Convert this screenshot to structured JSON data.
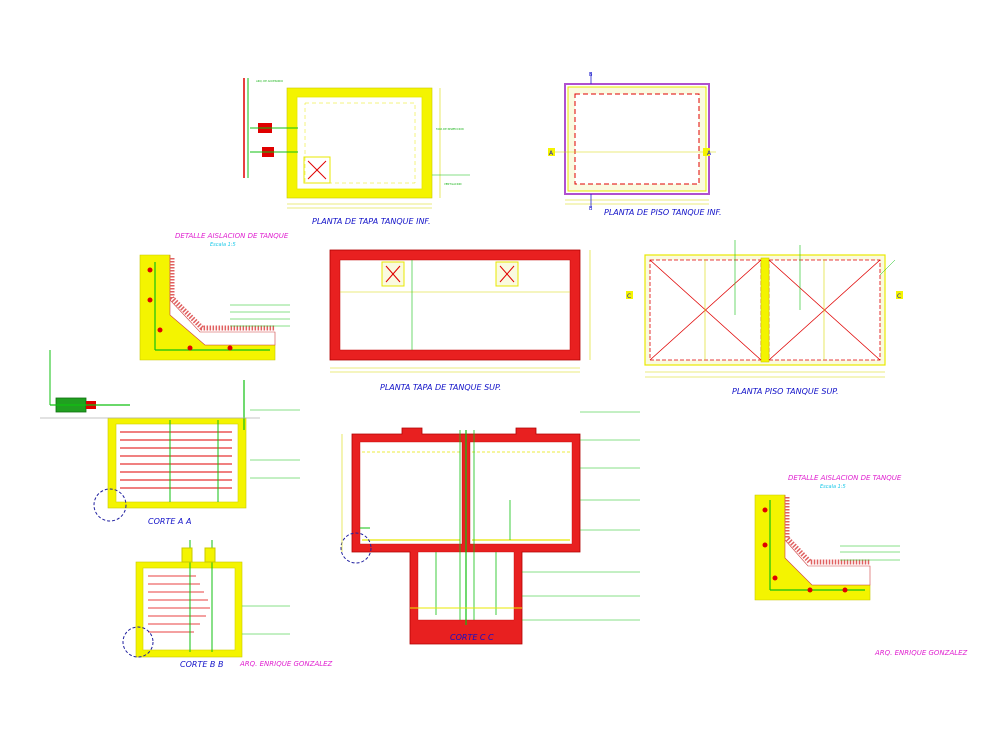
{
  "titles": {
    "planta_tapa_inf": "PLANTA  DE  TAPA TANQUE INF.",
    "planta_piso_inf": "PLANTA  DE  PISO TANQUE INF.",
    "planta_tapa_sup": "PLANTA  TAPA DE TANQUE SUP.",
    "planta_piso_sup": "PLANTA PISO TANQUE SUP.",
    "corte_aa": "CORTE    A A",
    "corte_bb": "CORTE   B B",
    "corte_cc": "CORTE   C C",
    "detalle_1": "DETALLE AISLACION DE TANQUE",
    "detalle_1_scale": "Escala  1:5",
    "detalle_2": "DETALLE AISLACION DE TANQUE",
    "detalle_2_scale": "Escala  1:5",
    "author_1": "ARQ. ENRIQUE GONZALEZ",
    "author_2": "ARQ. ENRIQUE GONZALEZ"
  },
  "section_marks": {
    "a_left": "A",
    "a_right": "A",
    "b_top": "B",
    "b_bottom": "B",
    "c_left": "C",
    "c_right": "C"
  },
  "colors": {
    "title_blue": "#1010c8",
    "detail_magenta": "#e020d0",
    "scale_cyan": "#18c8e8",
    "wall_yellow": "#f4f400",
    "wall_red": "#e82020",
    "rebar_green": "#10c010",
    "outline_blue": "#2020d0"
  }
}
